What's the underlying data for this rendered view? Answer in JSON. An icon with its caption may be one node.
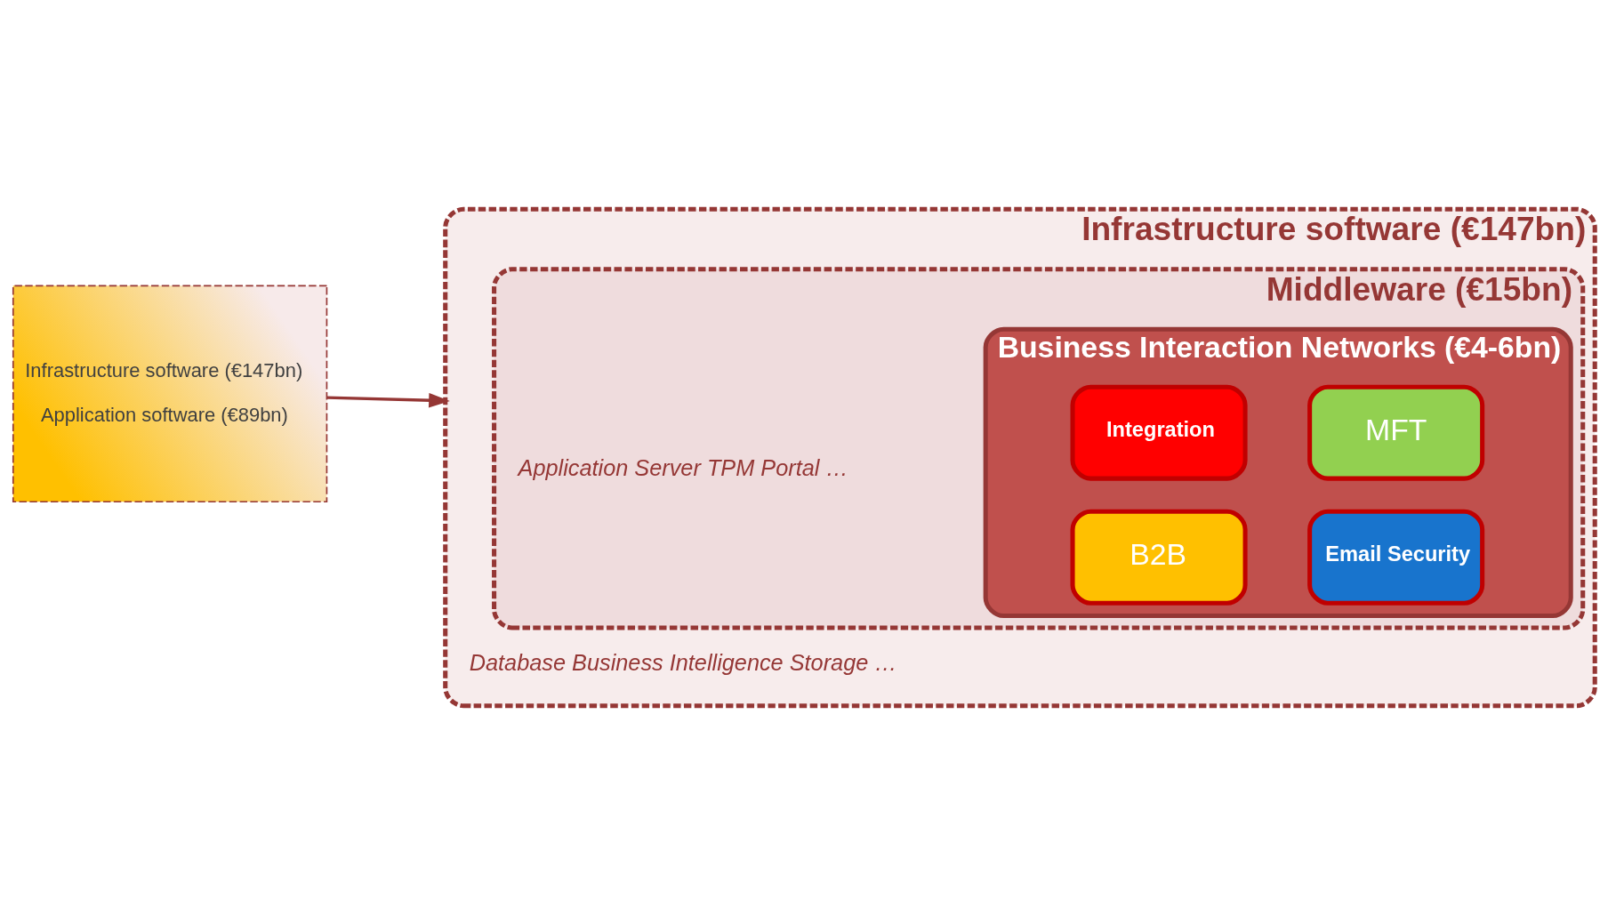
{
  "diagram": {
    "nodes": [
      {
        "text": [
          "Infrastructure software (€147bn)",
          "Application software (€89bn)"
        ]
      },
      {
        "text": [
          "Infrastructure software (€147bn)",
          "Database Business Intelligence Storage …"
        ]
      },
      {
        "text": [
          "Middleware (€15bn)",
          "Application Server TPM Portal …"
        ],
        "in": 1
      },
      {
        "text": [
          "Business Interaction Networks (€4-6bn)"
        ],
        "in": 2
      },
      {
        "text": [
          "Integration"
        ],
        "in": 3
      },
      {
        "text": [
          "MFT"
        ],
        "in": 3
      },
      {
        "text": [
          "B2B"
        ],
        "in": 3
      },
      {
        "text": [
          "Email Security"
        ],
        "in": 3
      }
    ],
    "edges": [
      {
        "from": 0,
        "to": 1,
        "arrow": "to"
      }
    ]
  }
}
